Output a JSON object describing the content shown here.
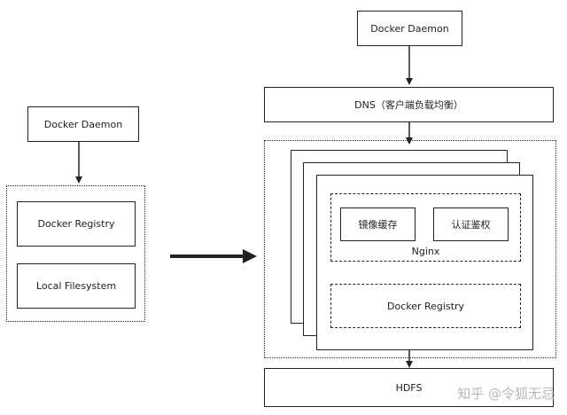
{
  "left": {
    "daemon": "Docker Daemon",
    "registry": "Docker Registry",
    "filesystem": "Local Filesystem"
  },
  "right": {
    "daemon": "Docker Daemon",
    "dns": "DNS（客户端负载均衡）",
    "image_cache": "镜像缓存",
    "auth": "认证鉴权",
    "nginx": "Nginx",
    "registry": "Docker Registry",
    "hdfs": "HDFS"
  },
  "watermark": "知乎 @令狐无忌"
}
